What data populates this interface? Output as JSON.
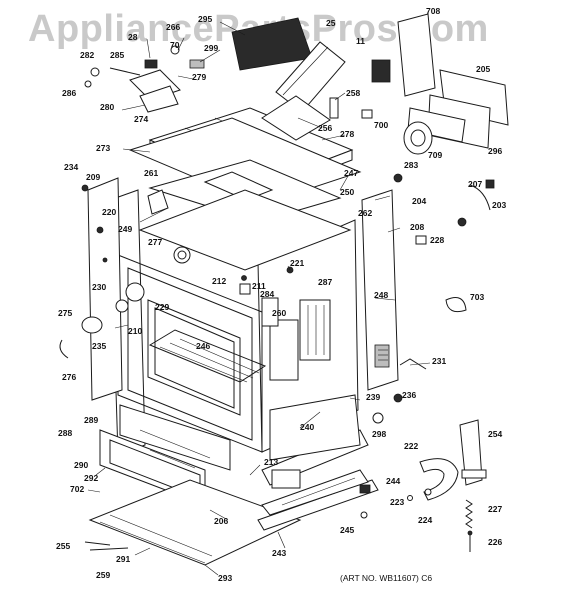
{
  "watermark": "AppliancePartsPros.com",
  "art_number": "(ART NO. WB11607) C6",
  "callouts": [
    {
      "label": "295"
    },
    {
      "label": "25"
    },
    {
      "label": "708"
    },
    {
      "label": "266"
    },
    {
      "label": "28"
    },
    {
      "label": "70"
    },
    {
      "label": "299"
    },
    {
      "label": "11"
    },
    {
      "label": "282"
    },
    {
      "label": "285"
    },
    {
      "label": "279"
    },
    {
      "label": "205"
    },
    {
      "label": "286"
    },
    {
      "label": "258"
    },
    {
      "label": "280"
    },
    {
      "label": "274"
    },
    {
      "label": "700"
    },
    {
      "label": "256"
    },
    {
      "label": "278"
    },
    {
      "label": "709"
    },
    {
      "label": "296"
    },
    {
      "label": "273"
    },
    {
      "label": "283"
    },
    {
      "label": "234"
    },
    {
      "label": "209"
    },
    {
      "label": "261"
    },
    {
      "label": "247"
    },
    {
      "label": "250"
    },
    {
      "label": "207"
    },
    {
      "label": "204"
    },
    {
      "label": "203"
    },
    {
      "label": "220"
    },
    {
      "label": "262"
    },
    {
      "label": "208"
    },
    {
      "label": "249"
    },
    {
      "label": "228"
    },
    {
      "label": "277"
    },
    {
      "label": "221"
    },
    {
      "label": "230"
    },
    {
      "label": "212"
    },
    {
      "label": "211"
    },
    {
      "label": "284"
    },
    {
      "label": "287"
    },
    {
      "label": "248"
    },
    {
      "label": "703"
    },
    {
      "label": "229"
    },
    {
      "label": "275"
    },
    {
      "label": "260"
    },
    {
      "label": "210"
    },
    {
      "label": "235"
    },
    {
      "label": "246"
    },
    {
      "label": "231"
    },
    {
      "label": "276"
    },
    {
      "label": "239"
    },
    {
      "label": "236"
    },
    {
      "label": "289"
    },
    {
      "label": "240"
    },
    {
      "label": "298"
    },
    {
      "label": "254"
    },
    {
      "label": "288"
    },
    {
      "label": "222"
    },
    {
      "label": "213"
    },
    {
      "label": "290"
    },
    {
      "label": "292"
    },
    {
      "label": "702"
    },
    {
      "label": "244"
    },
    {
      "label": "223"
    },
    {
      "label": "227"
    },
    {
      "label": "206"
    },
    {
      "label": "224"
    },
    {
      "label": "245"
    },
    {
      "label": "255"
    },
    {
      "label": "291"
    },
    {
      "label": "243"
    },
    {
      "label": "226"
    },
    {
      "label": "259"
    },
    {
      "label": "293"
    }
  ]
}
